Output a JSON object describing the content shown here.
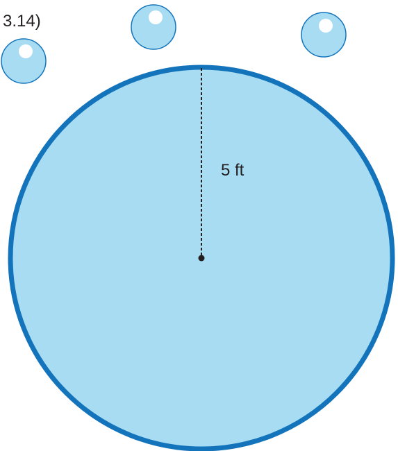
{
  "corner_text": "3.14)",
  "radius_label": "5 ft",
  "colors": {
    "pool_fill": "#a7dcf3",
    "pool_border": "#1474bb",
    "bubble_fill": "#a7dcf3",
    "bubble_border": "#1474bb",
    "bubble_highlight": "#ffffff",
    "radius_line": "#231f20",
    "text": "#231f20"
  },
  "bubbles": [
    {
      "name": "bubble-left"
    },
    {
      "name": "bubble-middle"
    },
    {
      "name": "bubble-right"
    }
  ]
}
